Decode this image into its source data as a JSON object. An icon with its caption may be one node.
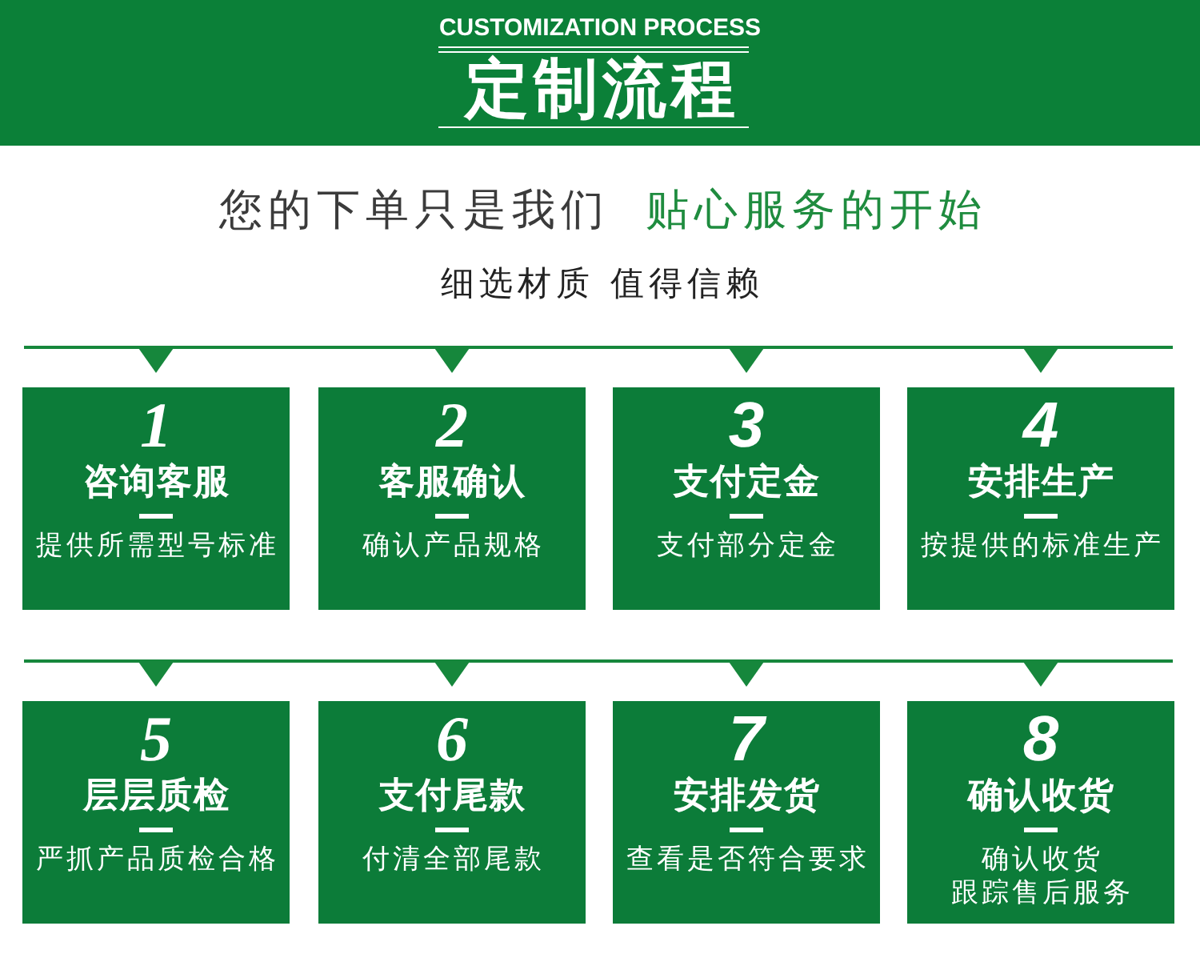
{
  "diagram": {
    "title": "定制流程",
    "nodes": [
      {
        "text": [
          "1",
          "咨询客服",
          "提供所需型号标准"
        ]
      },
      {
        "text": [
          "2",
          "客服确认",
          "确认产品规格"
        ]
      },
      {
        "text": [
          "3",
          "支付定金",
          "支付部分定金"
        ]
      },
      {
        "text": [
          "4",
          "安排生产",
          "按提供的标准生产"
        ]
      },
      {
        "text": [
          "5",
          "层层质检",
          "严抓产品质检合格"
        ]
      },
      {
        "text": [
          "6",
          "支付尾款",
          "付清全部尾款"
        ]
      },
      {
        "text": [
          "7",
          "安排发货",
          "查看是否符合要求"
        ]
      },
      {
        "text": [
          "8",
          "确认收货",
          "确认收货",
          "跟踪售后服务"
        ]
      }
    ],
    "labels": [
      "CUSTOMIZATION PROCESS",
      "您的下单只是我们",
      "贴心服务的开始",
      "细选材质 值得信赖"
    ]
  }
}
